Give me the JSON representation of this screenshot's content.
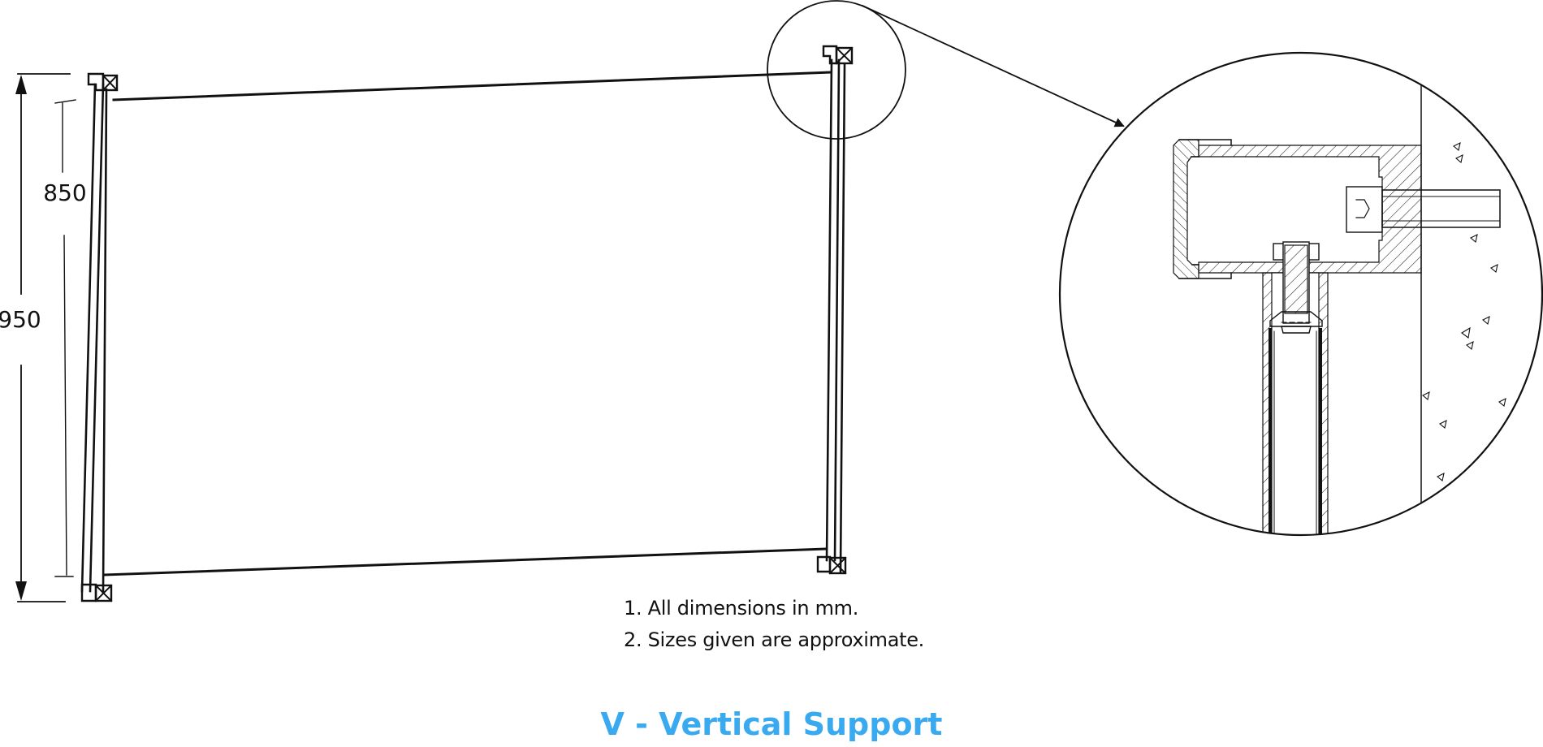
{
  "dimensions": {
    "overall_height": "950",
    "screen_height": "850"
  },
  "notes": [
    "1. All dimensions in mm.",
    "2. Sizes given are approximate."
  ],
  "title": "V - Vertical Support",
  "colors": {
    "title": "#3aaaf0",
    "line": "#111111"
  }
}
